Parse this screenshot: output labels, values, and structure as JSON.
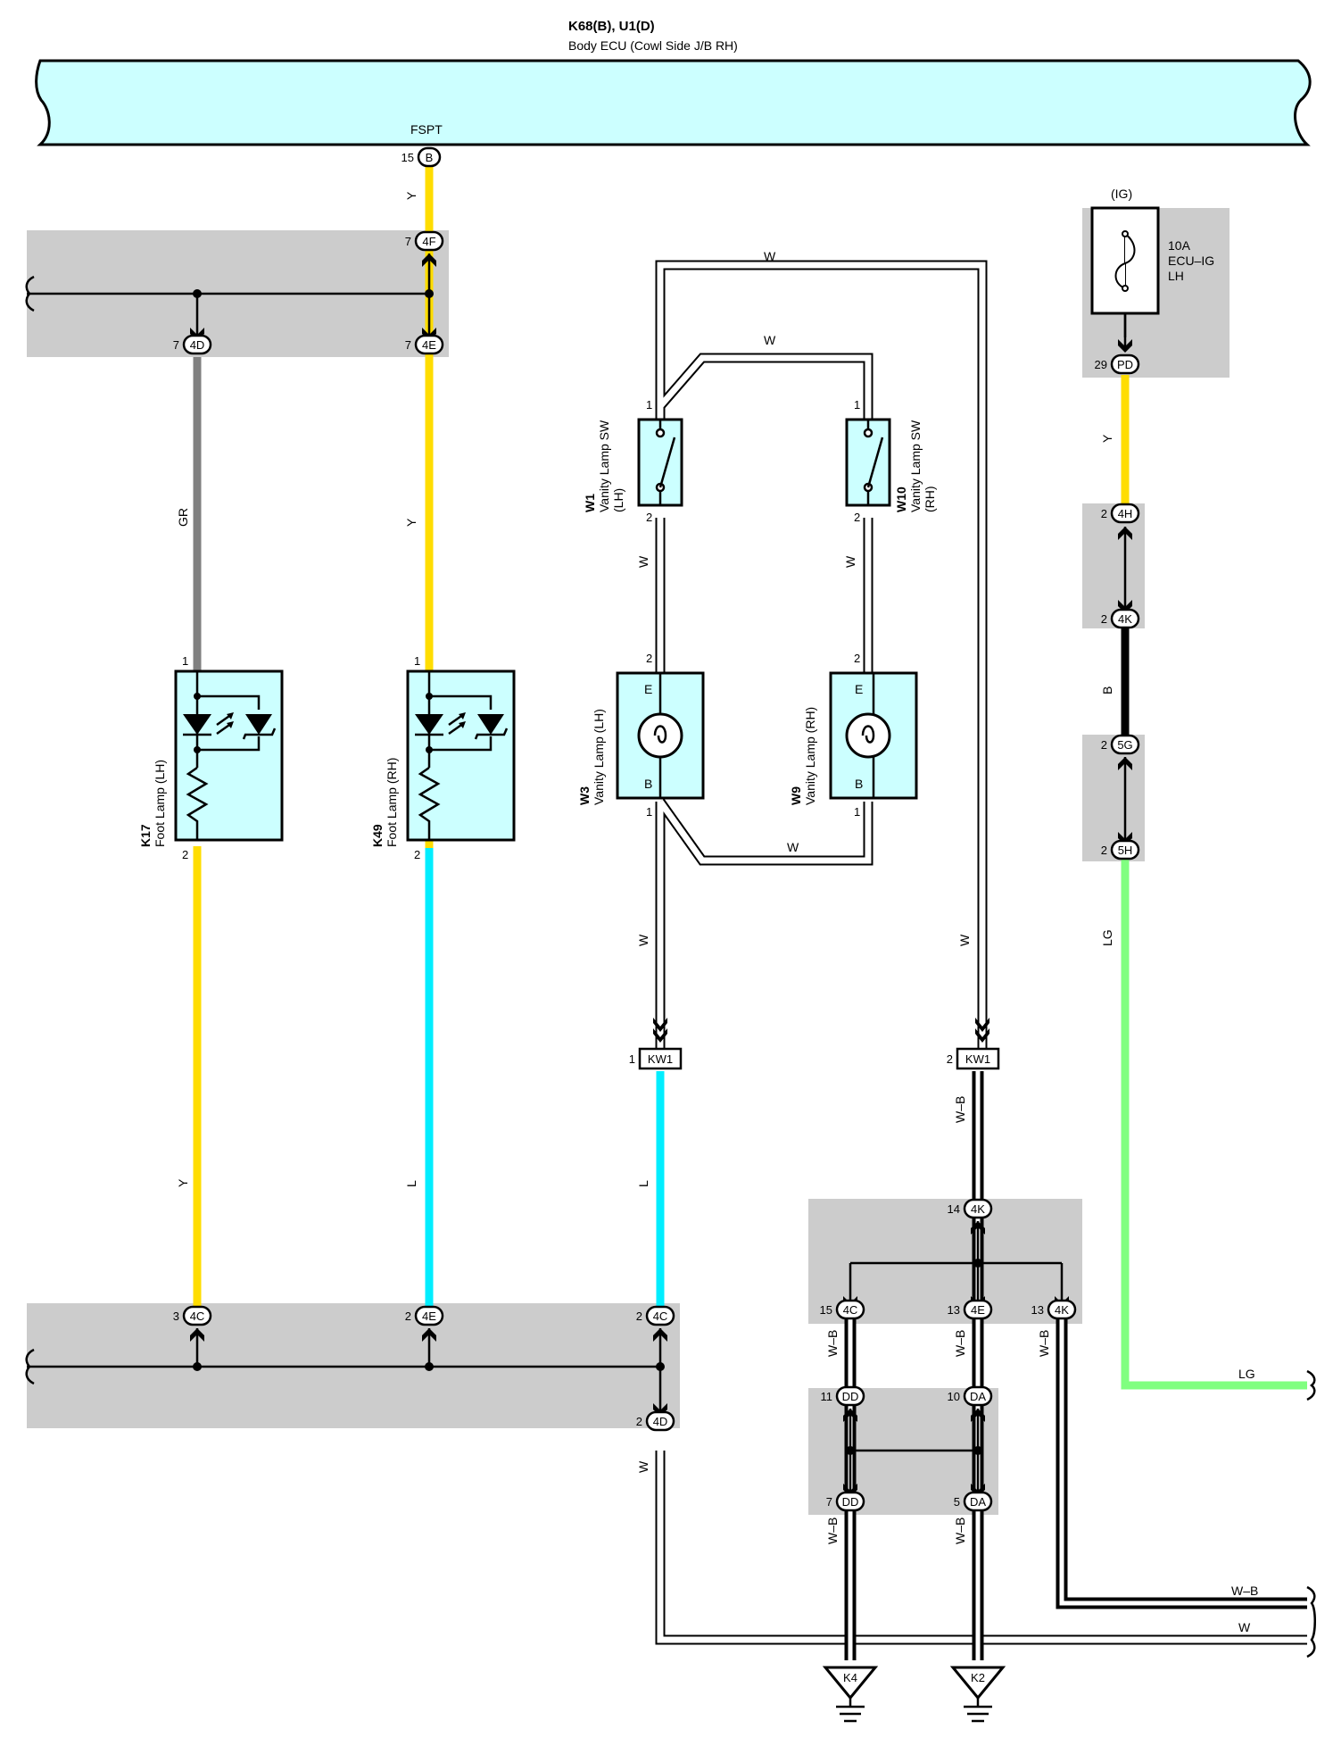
{
  "ecu": {
    "title": "K68(B), U1(D)",
    "subtitle": "Body ECU (Cowl Side J/B RH)",
    "terminal_name": "FSPT",
    "pin": "15",
    "connector": "B"
  },
  "fuse": {
    "supply": "(IG)",
    "rating": "10A",
    "name": "ECU–IG",
    "side": "LH"
  },
  "components": {
    "k17": {
      "ref": "K17",
      "name": "Foot Lamp (LH)",
      "pin_top": "1",
      "pin_bottom": "2"
    },
    "k49": {
      "ref": "K49",
      "name": "Foot Lamp (RH)",
      "pin_top": "1",
      "pin_bottom": "2"
    },
    "w1": {
      "ref": "W1",
      "name": "Vanity Lamp SW",
      "side": "(LH)",
      "pin_top": "1",
      "pin_bottom": "2"
    },
    "w10": {
      "ref": "W10",
      "name": "Vanity Lamp SW",
      "side": "(RH)",
      "pin_top": "1",
      "pin_bottom": "2"
    },
    "w3": {
      "ref": "W3",
      "name": "Vanity Lamp (LH)",
      "pin_top": "2",
      "pin_bottom": "1",
      "term_e": "E",
      "term_b": "B"
    },
    "w9": {
      "ref": "W9",
      "name": "Vanity Lamp (RH)",
      "pin_top": "2",
      "pin_bottom": "1",
      "term_e": "E",
      "term_b": "B"
    }
  },
  "connectors": [
    {
      "pin": "7",
      "id": "4F"
    },
    {
      "pin": "7",
      "id": "4D"
    },
    {
      "pin": "7",
      "id": "4E"
    },
    {
      "pin": "29",
      "id": "PD"
    },
    {
      "pin": "2",
      "id": "4H"
    },
    {
      "pin": "2",
      "id": "4K"
    },
    {
      "pin": "2",
      "id": "5G"
    },
    {
      "pin": "2",
      "id": "5H"
    },
    {
      "pin": "1",
      "id": "KW1"
    },
    {
      "pin": "2",
      "id": "KW1"
    },
    {
      "pin": "14",
      "id": "4K"
    },
    {
      "pin": "15",
      "id": "4C"
    },
    {
      "pin": "13",
      "id": "4E"
    },
    {
      "pin": "13",
      "id": "4K"
    },
    {
      "pin": "11",
      "id": "DD"
    },
    {
      "pin": "10",
      "id": "DA"
    },
    {
      "pin": "7",
      "id": "DD"
    },
    {
      "pin": "5",
      "id": "DA"
    },
    {
      "pin": "3",
      "id": "4C"
    },
    {
      "pin": "2",
      "id": "4E"
    },
    {
      "pin": "2",
      "id": "4C"
    },
    {
      "pin": "2",
      "id": "4D"
    }
  ],
  "grounds": [
    "K4",
    "K2"
  ],
  "wire_labels": {
    "y": "Y",
    "gr": "GR",
    "l": "L",
    "w": "W",
    "b": "B",
    "lg": "LG",
    "wb": "W–B"
  },
  "colors": {
    "yellow": "#ffdd00",
    "cyan": "#00eeff",
    "grey": "#808080",
    "green": "#80ff80",
    "black": "#000000",
    "panel": "#cccccc",
    "component": "#ccffff"
  }
}
